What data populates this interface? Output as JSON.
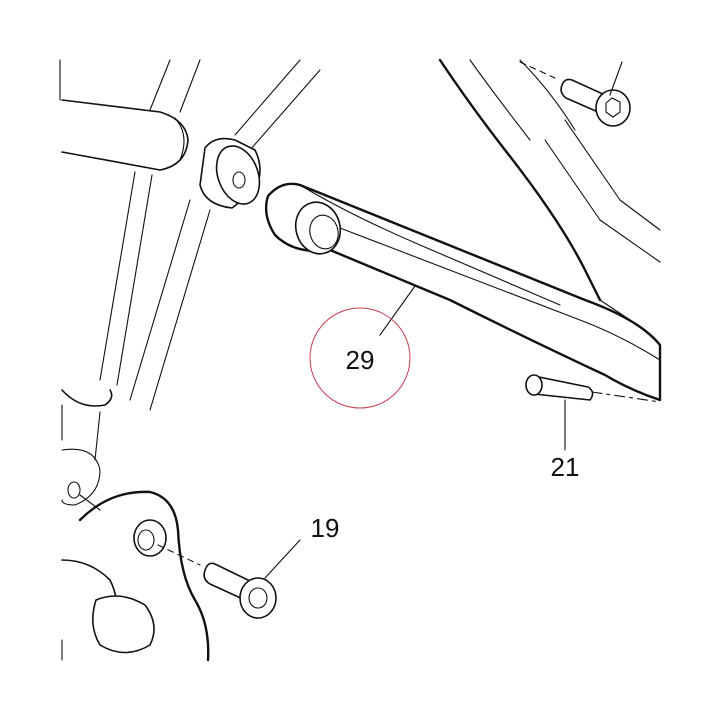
{
  "callouts": [
    {
      "id": "29",
      "label": "29",
      "highlighted": true
    },
    {
      "id": "21",
      "label": "21",
      "highlighted": false
    },
    {
      "id": "19",
      "label": "19",
      "highlighted": false
    }
  ],
  "colors": {
    "line": "#111111",
    "highlight_circle": "#c83c50",
    "background": "#ffffff"
  }
}
